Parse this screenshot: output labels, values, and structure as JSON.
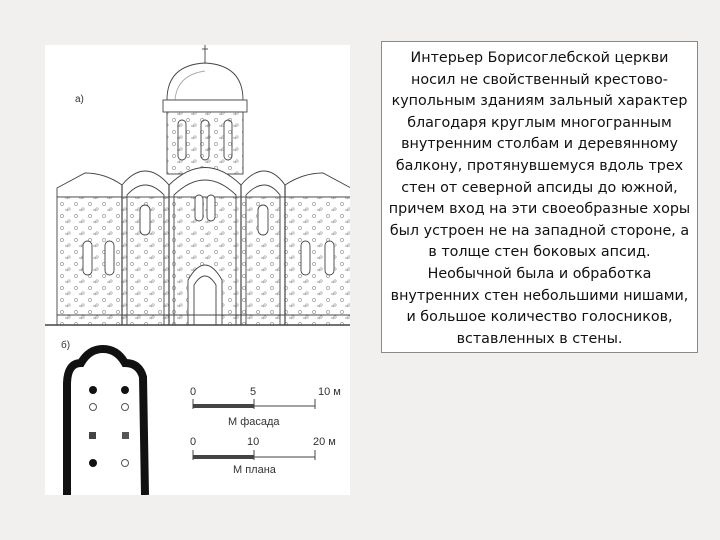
{
  "figure": {
    "label_a": "а)",
    "label_b": "б)",
    "scale_facade": {
      "ticks": [
        "0",
        "5",
        "10 м"
      ],
      "caption": "М фасада"
    },
    "scale_plan": {
      "ticks": [
        "0",
        "10",
        "20 м"
      ],
      "caption": "М плана"
    }
  },
  "text": {
    "paragraph": "Интерьер Борисоглебской церкви носил не свойственный крестово-купольным зданиям зальный характер благодаря круглым многогранным внутренним столбам и деревянному балкону, протянувшемуся вдоль трех стен от северной апсиды до южной, причем вход на эти своеобразные хоры был устроен не на западной стороне, а в толще стен боковых апсид. Необычной была и обработка внутренних стен небольшими нишами, и большое количество голосников, вставленных в стены."
  }
}
